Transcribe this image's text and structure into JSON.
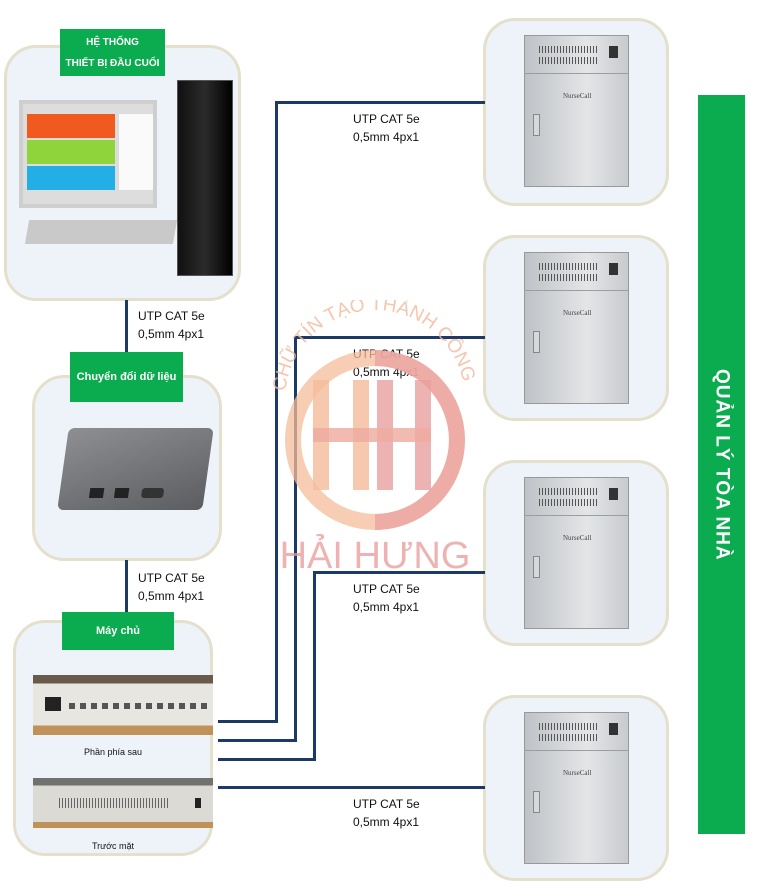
{
  "terminal": {
    "title_line1": "HỆ THỐNG",
    "title_line2": "THIẾT BỊ ĐẦU CUỐI"
  },
  "converter": {
    "title": "Chuyển đổi dữ liệu"
  },
  "server": {
    "title": "Máy chủ",
    "rear_caption": "Phần phía sau",
    "front_caption": "Trước mặt"
  },
  "cables": [
    {
      "type": "UTP CAT 5e",
      "spec": "0,5mm 4px1"
    },
    {
      "type": "UTP CAT 5e",
      "spec": "0,5mm 4px1"
    },
    {
      "type": "UTP CAT 5e",
      "spec": "0,5mm 4px1"
    },
    {
      "type": "UTP CAT 5e",
      "spec": "0,5mm 4px1"
    },
    {
      "type": "UTP CAT 5e",
      "spec": "0,5mm 4px1"
    },
    {
      "type": "UTP CAT 5e",
      "spec": "0,5mm 4px1"
    }
  ],
  "cabinet_brand": "NurseCall",
  "building": {
    "title": "QUẢN LÝ TÒA NHÀ"
  },
  "watermark": {
    "slogan": "CHỮ TÍN TẠO THÀNH CÔNG",
    "name": "HẢI HƯNG"
  },
  "colors": {
    "green": "#0aac4f",
    "wire": "#1b3a66"
  }
}
